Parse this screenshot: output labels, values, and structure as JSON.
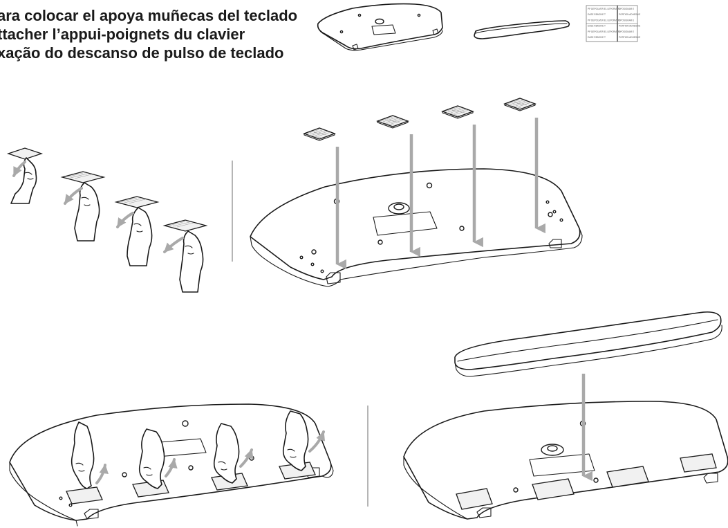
{
  "titles": {
    "es": "ara colocar el apoya muñecas del teclado",
    "fr": "ttacher l’appui-poignets du clavier",
    "pt": "xação do descanso de pulso de teclado"
  },
  "parts_sheet": {
    "rows": [
      [
        "PP DEPOUVER EL LEPORVDR",
        "DPOSIGNAR E"
      ],
      [
        "EASE REMOVE T",
        "PORTION ADHESIVE"
      ],
      [
        "PP DEPOUVER EL LEPORVDR",
        "DPOSIGNAR E"
      ],
      [
        "EASE REMOVE T",
        "PORTION ADHESIVE"
      ],
      [
        "PP DEPOUVER EL LEPORVDR",
        "DPOSIGNAR E"
      ],
      [
        "EASE REMOVE T",
        "PORTION ADHESIVE"
      ]
    ]
  },
  "colors": {
    "arrow": "#a9a9a9",
    "outline": "#1a1a1a",
    "separator": "#b5b5b5"
  }
}
